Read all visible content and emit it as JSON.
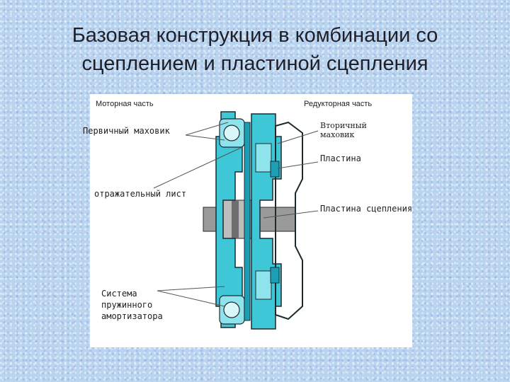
{
  "slide": {
    "title_line1": "Базовая конструкция в комбинации со",
    "title_line2": "сцеплением и пластиной сцепления"
  },
  "diagram": {
    "labels": {
      "engine_side": "Моторная часть",
      "gearbox_side": "Редукторная часть",
      "primary_flywheel": "Первичный маховик",
      "secondary_flywheel": "Вторичный маховик",
      "plate": "Пластина",
      "reflective_sheet": "отражательный лист",
      "clutch_plate": "Пластина сцепления",
      "damper_system": "Система пружинного амортизатора"
    },
    "colors": {
      "part_fill": "#3ec7d6",
      "part_fill_dark": "#1a9fb4",
      "outline": "#1d2b30",
      "shaft_gray": "#8c8c8c",
      "leader_line": "#555555"
    }
  }
}
